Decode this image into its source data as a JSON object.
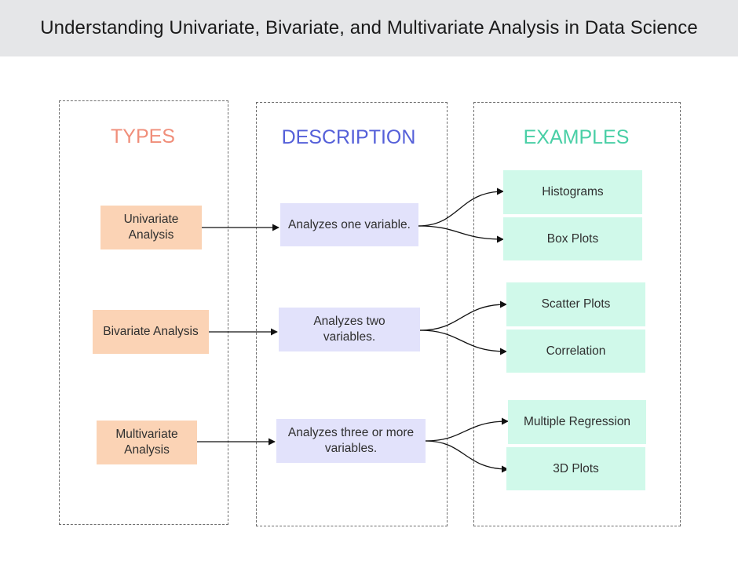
{
  "title": "Understanding Univariate, Bivariate, and Multivariate Analysis in Data Science",
  "colors": {
    "types_header": "#f08e7a",
    "description_header": "#5560d9",
    "examples_header": "#49cfa6",
    "types_fill": "#fbd3b5",
    "description_fill": "#e2e2fb",
    "examples_fill": "#d0f9ea"
  },
  "columns": {
    "types": {
      "header": "TYPES"
    },
    "description": {
      "header": "DESCRIPTION"
    },
    "examples": {
      "header": "EXAMPLES"
    }
  },
  "rows": [
    {
      "type": "Univariate Analysis",
      "description": "Analyzes one variable.",
      "examples": [
        "Histograms",
        "Box Plots"
      ]
    },
    {
      "type": "Bivariate Analysis",
      "description": "Analyzes two variables.",
      "examples": [
        "Scatter Plots",
        "Correlation"
      ]
    },
    {
      "type": "Multivariate Analysis",
      "description": "Analyzes three or more variables.",
      "examples": [
        "Multiple Regression",
        "3D Plots"
      ]
    }
  ]
}
